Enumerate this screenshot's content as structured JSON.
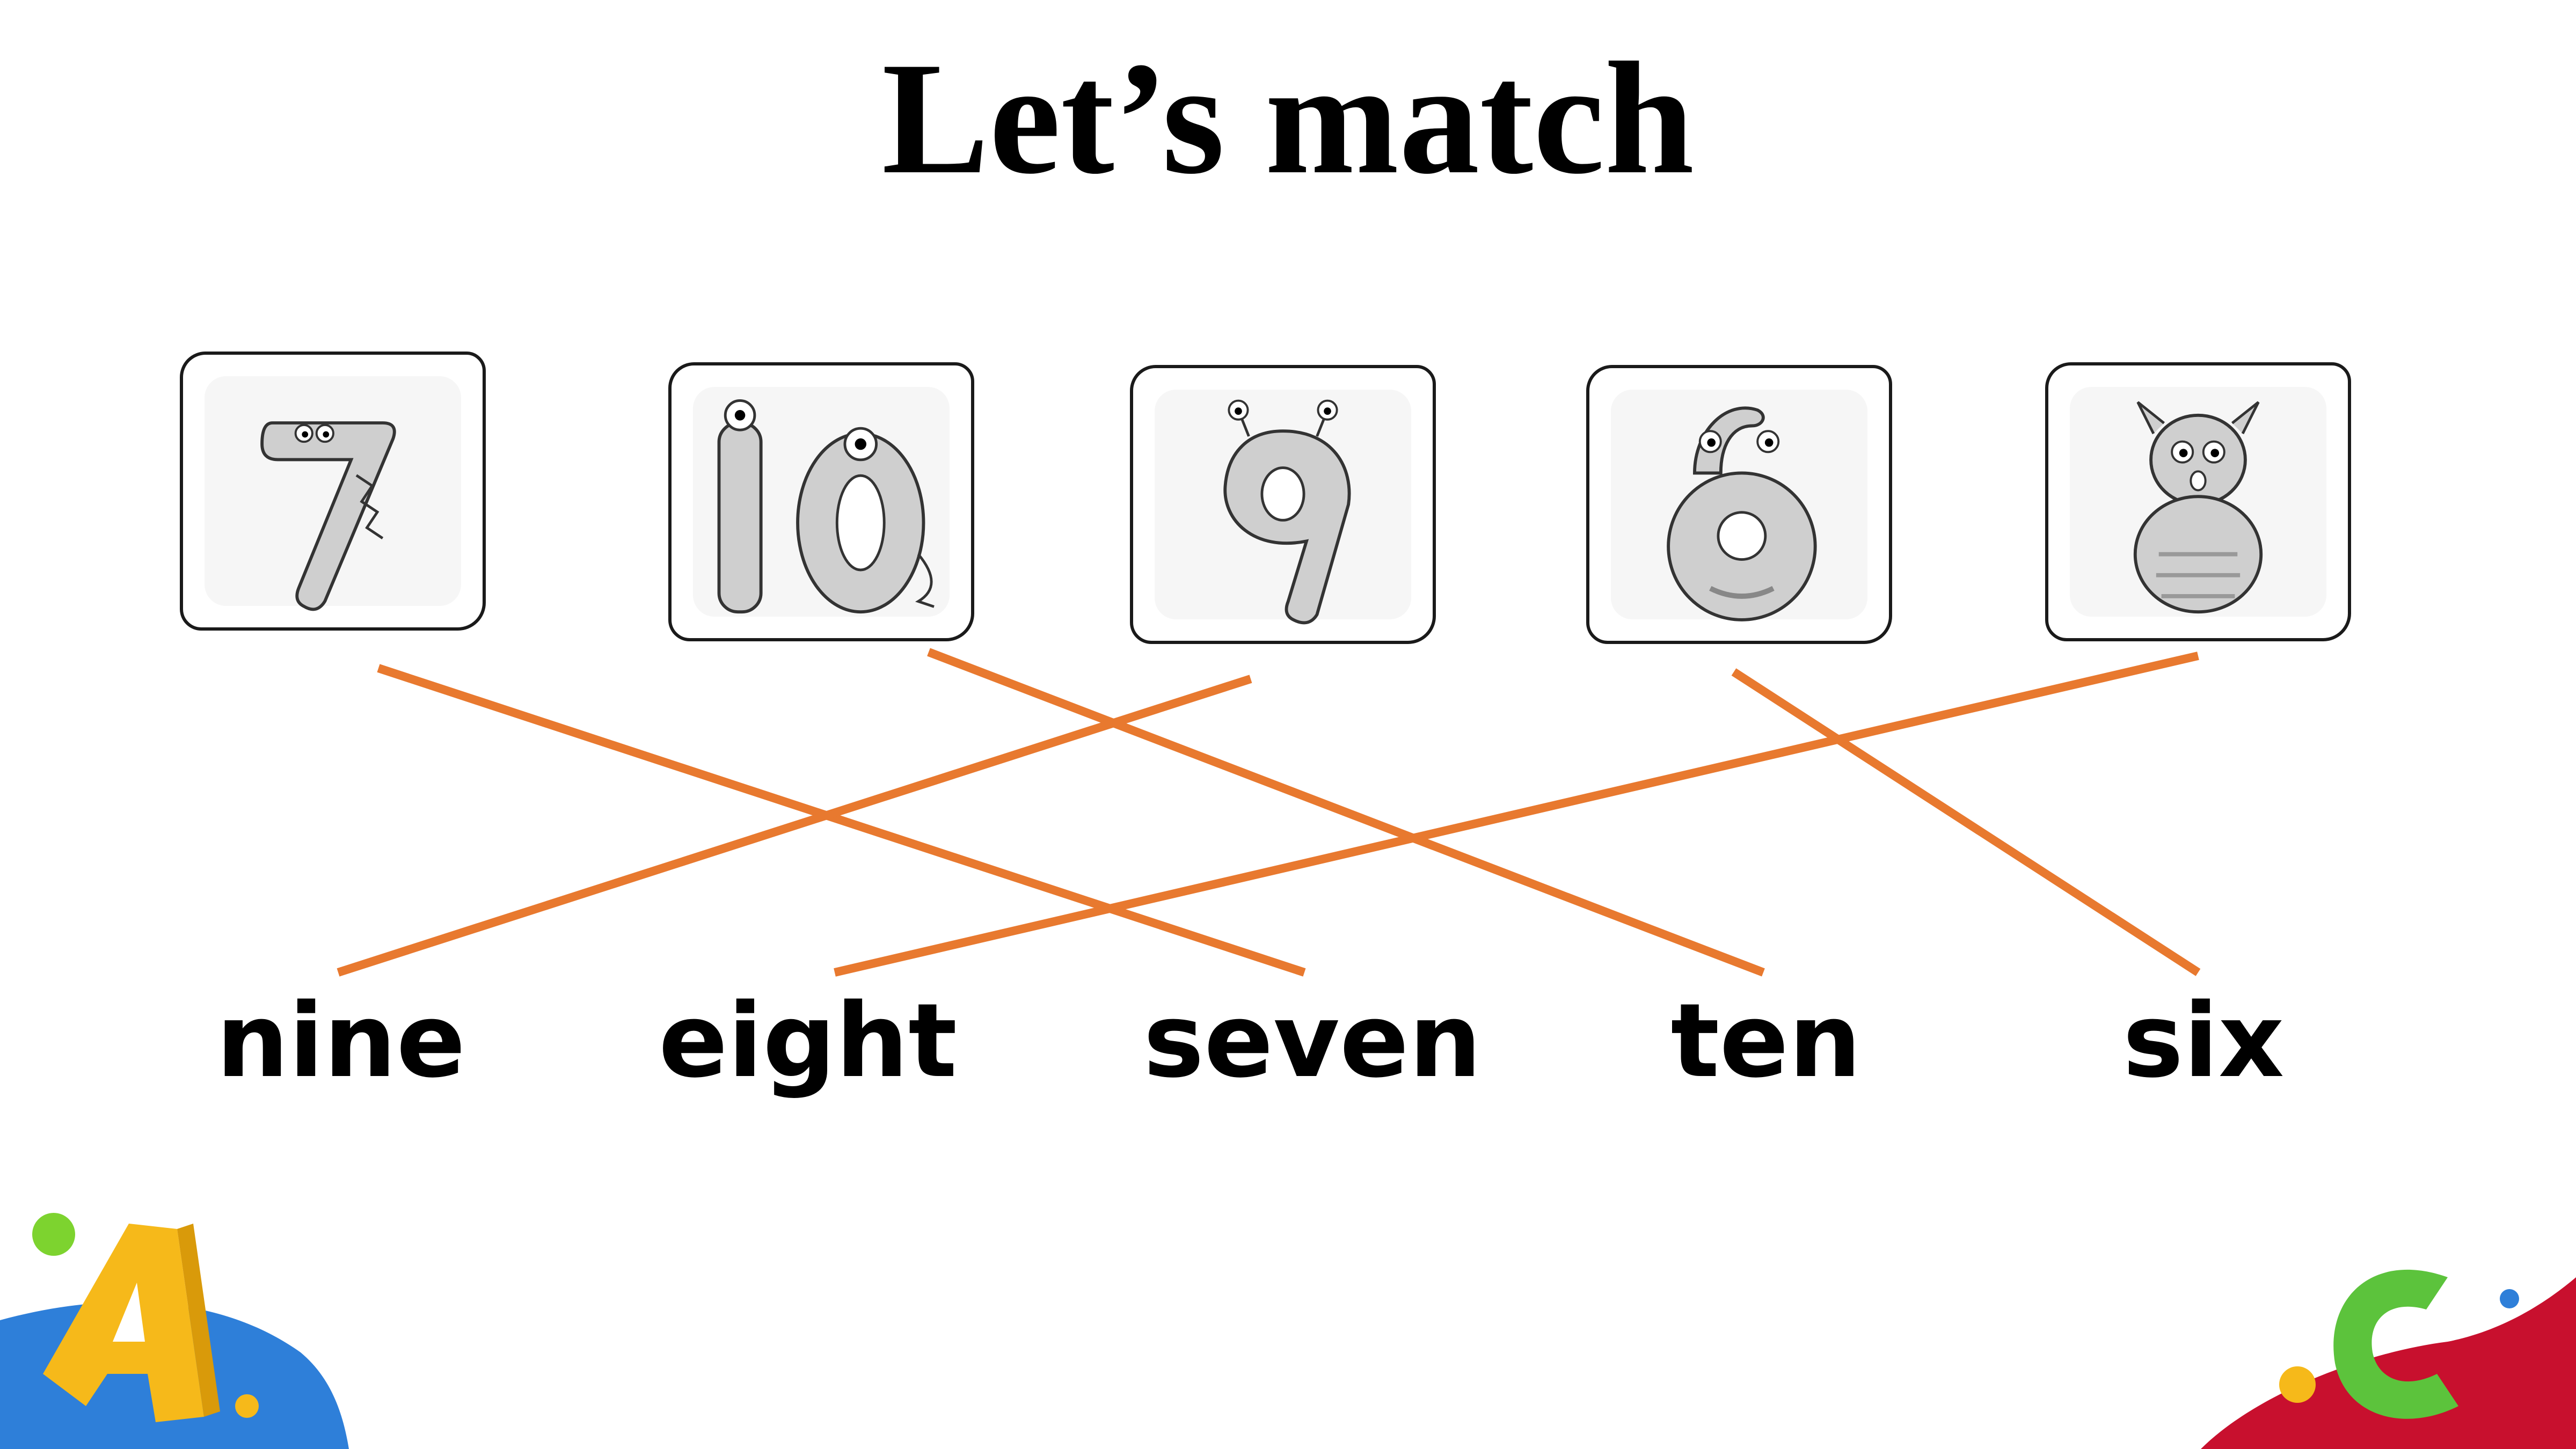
{
  "title": "Let’s match",
  "cards": [
    {
      "number": "7",
      "icon": "monster-seven-icon"
    },
    {
      "number": "10",
      "icon": "monster-ten-icon"
    },
    {
      "number": "9",
      "icon": "monster-nine-icon"
    },
    {
      "number": "6",
      "icon": "monster-six-icon"
    },
    {
      "number": "8",
      "icon": "monster-eight-icon"
    }
  ],
  "words": [
    "nine",
    "eight",
    "seven",
    "ten",
    "six"
  ],
  "matches": [
    {
      "card": 0,
      "word": 2
    },
    {
      "card": 1,
      "word": 3
    },
    {
      "card": 2,
      "word": 0
    },
    {
      "card": 3,
      "word": 4
    },
    {
      "card": 4,
      "word": 1
    }
  ],
  "colors": {
    "line": "#E8792F",
    "monster_fill": "#cfcfcf",
    "card_border": "#1a1a1a",
    "accent_yellow": "#F6B91A",
    "accent_green": "#5CC33C",
    "accent_blue": "#2E7FD9",
    "accent_red": "#C8102E"
  }
}
